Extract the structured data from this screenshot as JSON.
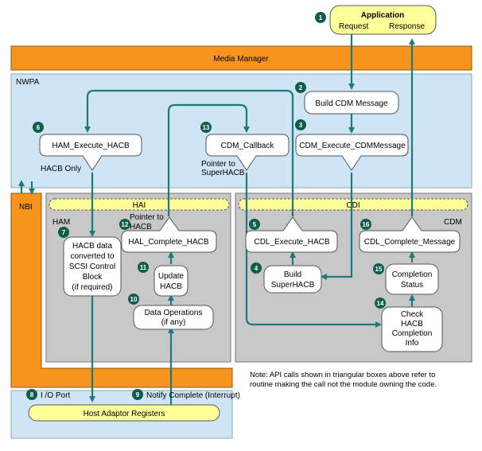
{
  "application": {
    "title": "Application",
    "request": "Request",
    "response": "Response"
  },
  "media_manager": "Media Manager",
  "nwpa": "NWPA",
  "nbi": "NBI",
  "hai": "HAI",
  "cdi": "CDI",
  "ham": "HAM",
  "cdm": "CDM",
  "boxes": {
    "build_cdm": "Build CDM Message",
    "ham_execute": "HAM_Execute_HACB",
    "cdm_callback": "CDM_Callback",
    "cdm_execute": "CDM_Execute_CDMMessage",
    "hal_complete": "HAL_Complete_HACB",
    "cdl_execute": "CDL_Execute_HACB",
    "cdl_complete": "CDL_Complete_Message",
    "hacb_converted": [
      "HACB data",
      "converted to",
      "SCSI Control",
      "Block",
      "(if required)"
    ],
    "update_hacb": [
      "Update",
      "HACB"
    ],
    "data_ops": [
      "Data Operations",
      "(if any)"
    ],
    "build_super": [
      "Build",
      "SuperHACB"
    ],
    "completion_status": [
      "Completion",
      "Status"
    ],
    "check_hacb": [
      "Check",
      "HACB",
      "Completion",
      "Info"
    ]
  },
  "labels": {
    "hacb_only": "HACB Only",
    "pointer_super": [
      "Pointer to",
      "SuperHACB"
    ],
    "pointer_hacb": [
      "Pointer to",
      "HACB"
    ],
    "io_port": "I /O Port",
    "notify": "Notify  Complete (Interrupt)",
    "host_adaptor": "Host Adaptor Registers",
    "note": [
      "Note: API calls shown in triangular boxes above refer to",
      "routine making the call not the module owning the code."
    ]
  },
  "badges": [
    "1",
    "2",
    "3",
    "4",
    "5",
    "6",
    "7",
    "8",
    "9",
    "10",
    "11",
    "12",
    "13",
    "14",
    "15",
    "16"
  ],
  "colors": {
    "orange": "#f7941d",
    "blue": "#cfe5f5",
    "gray": "#c8c8c8",
    "yellow": "#ffff99",
    "teal": "#1e7a7a",
    "badge": "#0f5d4d"
  }
}
